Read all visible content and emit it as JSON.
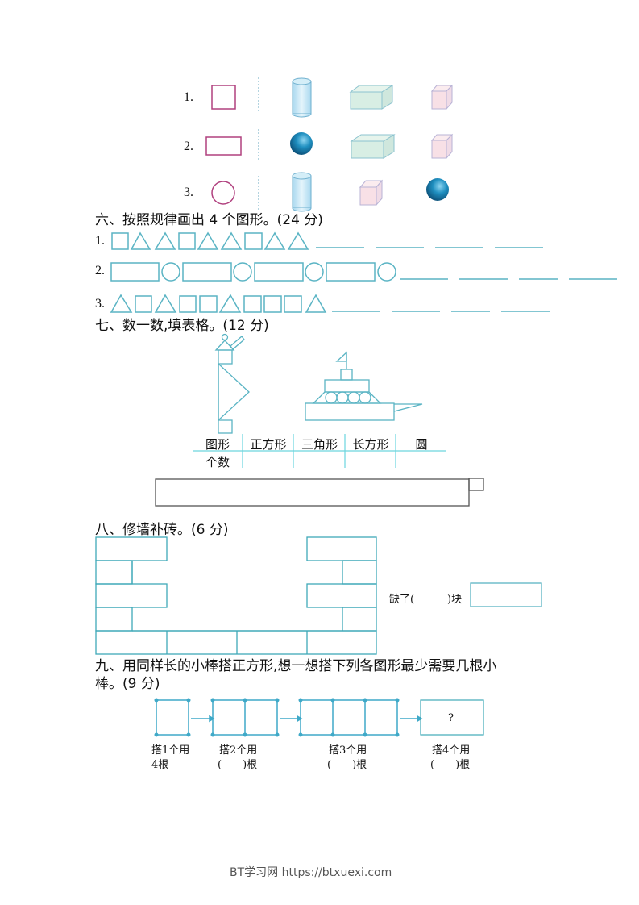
{
  "colors": {
    "teal": "#5ab4c4",
    "magenta": "#b0407e",
    "text": "#111111",
    "footer": "#555555"
  },
  "shape_match": {
    "rows": [
      {
        "label": "1.",
        "plane_shape": "square",
        "solids": [
          "cylinder",
          "cuboid",
          "cube"
        ]
      },
      {
        "label": "2.",
        "plane_shape": "rectangle",
        "solids": [
          "sphere",
          "cuboid",
          "cube"
        ]
      },
      {
        "label": "3.",
        "plane_shape": "circle",
        "solids": [
          "cylinder",
          "cube",
          "sphere"
        ]
      }
    ]
  },
  "section6": {
    "title": "六、按照规律画出 4 个图形。(24 分)",
    "rows": [
      {
        "label": "1.",
        "sequence": [
          "square",
          "triangle",
          "triangle",
          "square",
          "triangle",
          "triangle",
          "square",
          "triangle",
          "triangle"
        ],
        "blanks": 4
      },
      {
        "label": "2.",
        "sequence": [
          "rectangle",
          "circle",
          "rectangle",
          "circle",
          "rectangle",
          "circle",
          "rectangle",
          "circle"
        ],
        "blanks": 4
      },
      {
        "label": "3.",
        "sequence": [
          "triangle",
          "square",
          "triangle",
          "square",
          "square",
          "triangle",
          "square",
          "square",
          "square",
          "triangle"
        ],
        "blanks": 4
      }
    ]
  },
  "section7": {
    "title": "七、数一数,填表格。(12 分)",
    "table": {
      "headers": [
        "图形",
        "正方形",
        "三角形",
        "长方形",
        "圆"
      ],
      "row_label": "个数",
      "values": [
        "",
        "",
        "",
        ""
      ]
    }
  },
  "section8": {
    "title": "八、修墙补砖。(6 分)",
    "answer_prefix": "缺了(",
    "answer_suffix": ")块"
  },
  "section9": {
    "title_line1": "九、用同样长的小棒搭正方形,想一想搭下列各图形最少需要几根小",
    "title_line2": "棒。(9 分)",
    "steps": [
      {
        "line1": "搭1个用",
        "line2": "4根"
      },
      {
        "line1": "搭2个用",
        "line2": "(　　)根"
      },
      {
        "line1": "搭3个用",
        "line2": "(　　)根"
      },
      {
        "line1": "搭4个用",
        "line2": "(　　)根"
      }
    ],
    "question_mark": "?"
  },
  "footer": {
    "text": "BT学习网 https://btxuexi.com"
  }
}
